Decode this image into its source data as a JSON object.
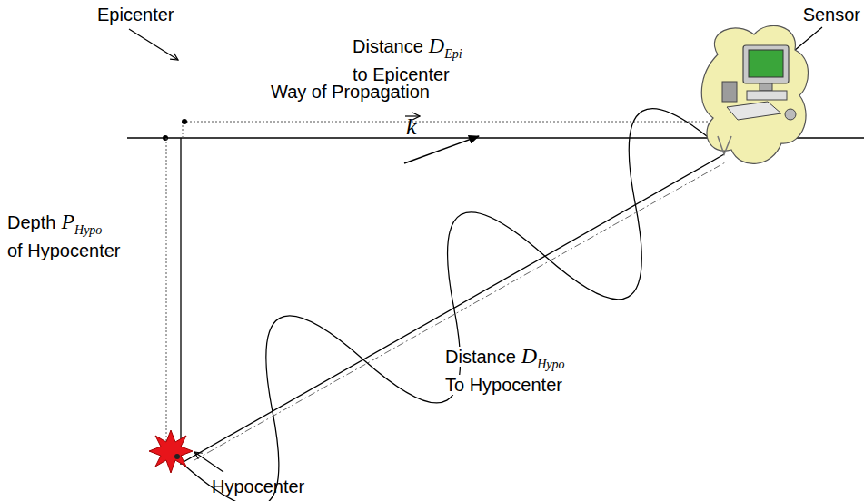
{
  "diagram": {
    "labels": [
      "Epicenter",
      "Distance",
      "D",
      "Epi",
      "to Epicenter",
      "Sensor",
      "Depth",
      "P",
      "Hypo",
      "of Hypocenter",
      "Way of Propagation",
      "k",
      "Distance",
      "D",
      "Hypo",
      "To Hypocenter",
      "Hypocenter"
    ]
  }
}
